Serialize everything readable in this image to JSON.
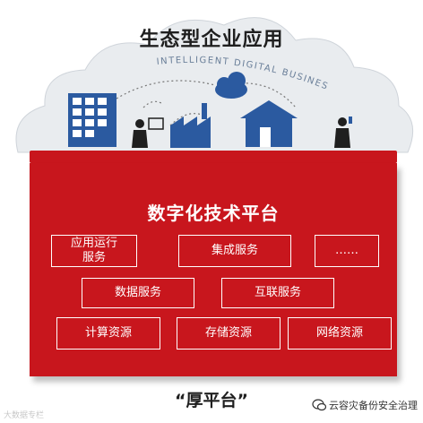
{
  "top": {
    "title": "生态型企业应用",
    "arc_text": "INTELLIGENT DIGITAL BUSINESS"
  },
  "platform": {
    "title": "数字化技术平台",
    "services": [
      "应用运行\n服务",
      "集成服务",
      "……",
      "数据服务",
      "互联服务",
      "计算资源",
      "存储资源",
      "网络资源"
    ]
  },
  "bottom_title": "“厚平台”",
  "watermark_left": "大数据专栏",
  "watermark_right": "云容灾备份安全治理",
  "colors": {
    "platform_red": "#c8161d",
    "icon_blue": "#2b5aa0",
    "cloud_gray": "#dfe3e8"
  }
}
